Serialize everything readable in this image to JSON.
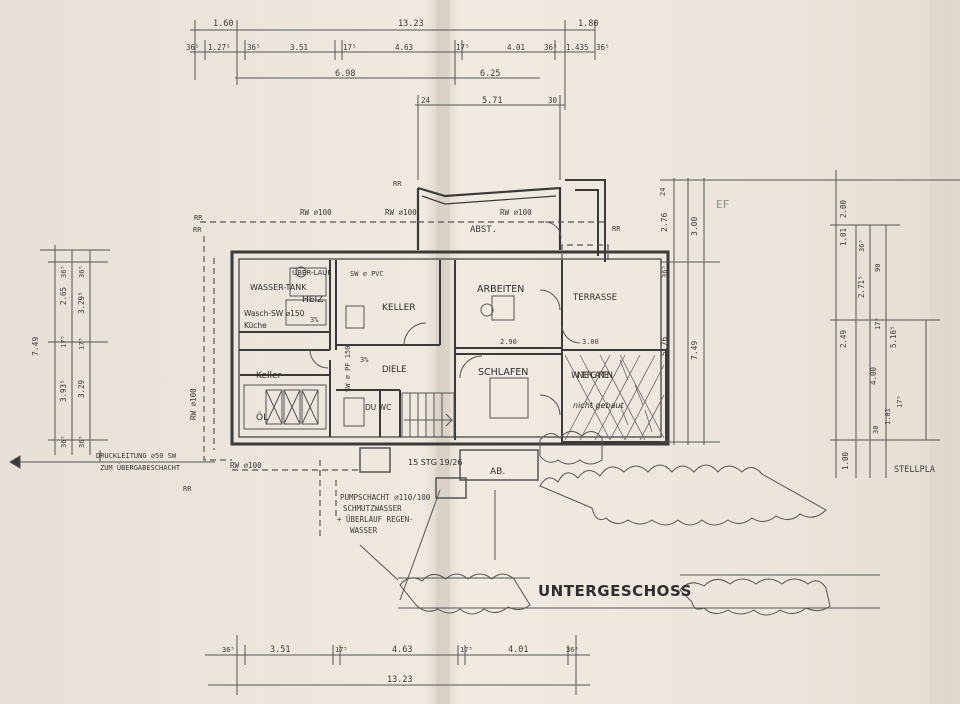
{
  "plan": {
    "title": "UNTERGESCHOSS",
    "top_dims": {
      "row1": [
        "1.60",
        "13.23",
        "1.80"
      ],
      "row2": [
        "36⁵",
        "1.27⁵",
        "36⁵",
        "3.51",
        "17⁵",
        "4.63",
        "17⁵",
        "4.01",
        "36⁵",
        "1.435",
        "36⁵"
      ],
      "row3": [
        "6.98",
        "6.25"
      ],
      "row4": [
        "24",
        "5.71",
        "30"
      ]
    },
    "bottom_dims": {
      "row1": [
        "36⁵",
        "3.51",
        "17⁵",
        "4.63",
        "17⁵",
        "4.01",
        "36⁵"
      ],
      "total": "13.23"
    },
    "left_dims": [
      "7.49",
      "36⁵",
      "2.65",
      "36⁵",
      "3.29⁵",
      "17⁵",
      "17⁵",
      "3.93⁵",
      "3.29",
      "36⁵",
      "36⁵"
    ],
    "right_dims": [
      "24",
      "2.76",
      "3.00",
      "36⁵",
      "7.49",
      "5.76"
    ],
    "far_right_dims": [
      "2.00",
      "1.01",
      "36⁵",
      "90",
      "2.71⁵",
      "17⁵",
      "5.16⁵",
      "2.49",
      "4.00",
      "1.01",
      "17⁵",
      "30",
      "1.00"
    ],
    "rooms": {
      "wassertank": "WASSER-TANK",
      "ueberlauf": "ÜBER-LAUF",
      "heiz": "HEIZ",
      "wasch": "Wasch-SW ⌀150",
      "kueche": "Küche",
      "keller1": "KELLER",
      "arbeiten": "ARBEITEN",
      "terrasse": "TERRASSE",
      "keller2": "Keller",
      "diele": "DIELE",
      "schlafen": "SCHLAFEN",
      "wintergarten": "WINTER GARTEN",
      "nicht_gebaut": "nicht gebaut",
      "oel": "ÖL",
      "du_wc": "DU WC",
      "treppe": "15 STG 19/26",
      "ab": "AB.",
      "abst": "ABST.",
      "stellplatz": "STELLPLA"
    },
    "annotations": {
      "rr1": "RR",
      "rr2": "RR",
      "rr3": "RR",
      "rr4": "RR",
      "rr5": "RR",
      "rw100_a": "RW ⌀100",
      "rw100_b": "RW ⌀100",
      "rw100_c": "RW ⌀100",
      "rw100_d": "RW ⌀100",
      "rw100_left": "RW ⌀100",
      "sw_pvc": "SW ⌀ PVC",
      "sw_pf": "SW ⌀ PF 150",
      "druckleitung": "DRUCKLEITUNG ⌀50 SW",
      "zum": "ZUM ÜBERGABESCHACHT",
      "pumpschacht": "PUMPSCHACHT ⌀110/100",
      "schmutzwasser": "SCHMUTZWASSER",
      "ueberlauf_regen": "+ ÜBERLAUF REGEN-",
      "wasser": "WASSER",
      "ef": "EF",
      "slope1": "3%",
      "slope2": "3%",
      "dim290": "2.90",
      "dim300": "3.00"
    }
  }
}
